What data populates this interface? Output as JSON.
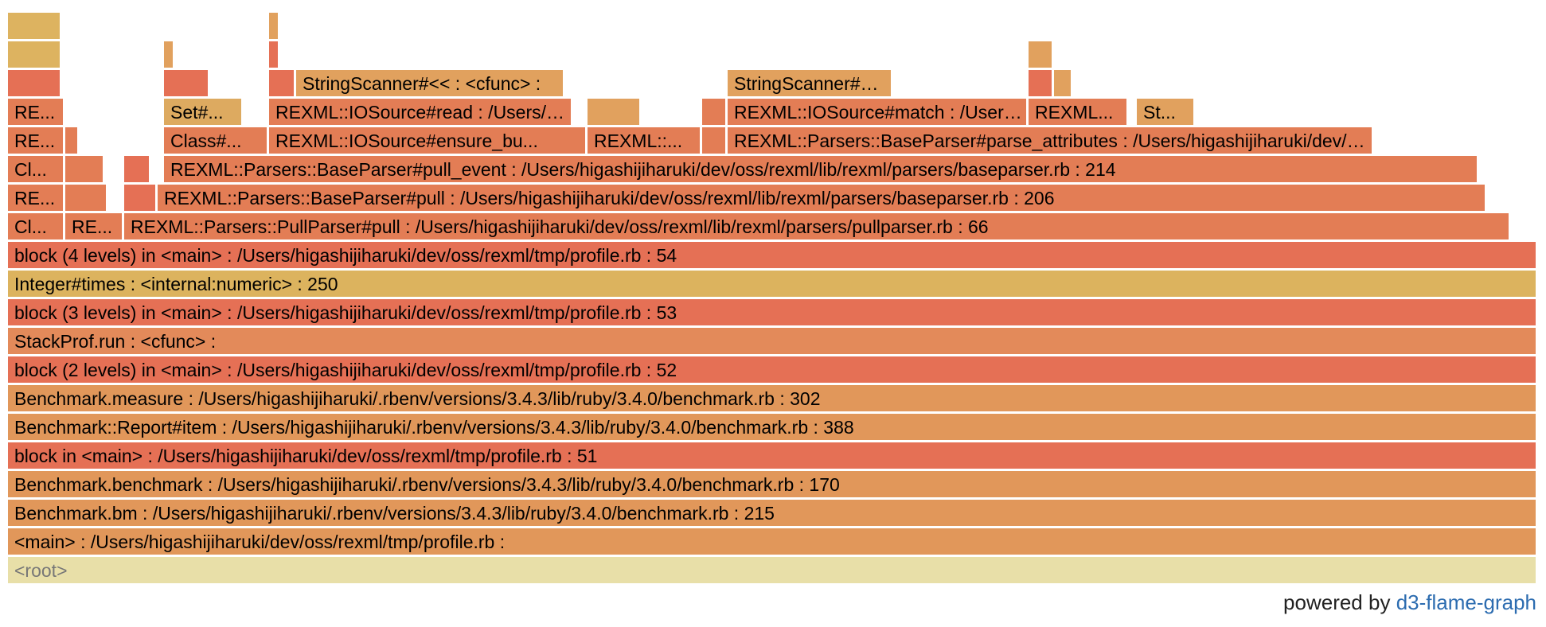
{
  "footer": {
    "prefix": "powered by",
    "link_text": "d3-flame-graph"
  },
  "frames": [
    {
      "id": "root",
      "label": "<root>",
      "color": "#e8dfa8"
    },
    {
      "id": "main",
      "label": "<main> : /Users/higashijiharuki/dev/oss/rexml/tmp/profile.rb :",
      "color": "#e1975a"
    },
    {
      "id": "bm",
      "label": "Benchmark.bm : /Users/higashijiharuki/.rbenv/versions/3.4.3/lib/ruby/3.4.0/benchmark.rb : 215",
      "color": "#e1975a"
    },
    {
      "id": "benchmark",
      "label": "Benchmark.benchmark : /Users/higashijiharuki/.rbenv/versions/3.4.3/lib/ruby/3.4.0/benchmark.rb : 170",
      "color": "#e1975a"
    },
    {
      "id": "block-main",
      "label": "block in <main> : /Users/higashijiharuki/dev/oss/rexml/tmp/profile.rb : 51",
      "color": "#e57055"
    },
    {
      "id": "report-item",
      "label": "Benchmark::Report#item : /Users/higashijiharuki/.rbenv/versions/3.4.3/lib/ruby/3.4.0/benchmark.rb : 388",
      "color": "#e1975a"
    },
    {
      "id": "measure",
      "label": "Benchmark.measure : /Users/higashijiharuki/.rbenv/versions/3.4.3/lib/ruby/3.4.0/benchmark.rb : 302",
      "color": "#e1975a"
    },
    {
      "id": "block2",
      "label": "block (2 levels) in <main> : /Users/higashijiharuki/dev/oss/rexml/tmp/profile.rb : 52",
      "color": "#e57055"
    },
    {
      "id": "stackprof",
      "label": "StackProf.run : <cfunc> :",
      "color": "#e38a5a"
    },
    {
      "id": "block3",
      "label": "block (3 levels) in <main> : /Users/higashijiharuki/dev/oss/rexml/tmp/profile.rb : 53",
      "color": "#e57055"
    },
    {
      "id": "times",
      "label": "Integer#times : <internal:numeric> : 250",
      "color": "#dcb35e"
    },
    {
      "id": "block4",
      "label": "block (4 levels) in <main> : /Users/higashijiharuki/dev/oss/rexml/tmp/profile.rb : 54",
      "color": "#e57055"
    },
    {
      "id": "cl-a",
      "label": "Cl...",
      "color": "#e37d55"
    },
    {
      "id": "re-a",
      "label": "RE...",
      "color": "#e37d55"
    },
    {
      "id": "pullparser",
      "label": "REXML::Parsers::PullParser#pull : /Users/higashijiharuki/dev/oss/rexml/lib/rexml/parsers/pullparser.rb : 66",
      "color": "#e37d55"
    },
    {
      "id": "re-b",
      "label": "RE...",
      "color": "#e37d55"
    },
    {
      "id": "t9a",
      "label": "",
      "color": "#e37d55"
    },
    {
      "id": "t9b",
      "label": "",
      "color": "#e57055"
    },
    {
      "id": "pull",
      "label": "REXML::Parsers::BaseParser#pull : /Users/higashijiharuki/dev/oss/rexml/lib/rexml/parsers/baseparser.rb : 206",
      "color": "#e37d55"
    },
    {
      "id": "cl-b",
      "label": "Cl...",
      "color": "#e37d55"
    },
    {
      "id": "t10a",
      "label": "",
      "color": "#e37d55"
    },
    {
      "id": "t10b",
      "label": "",
      "color": "#e57055"
    },
    {
      "id": "pull-event",
      "label": "REXML::Parsers::BaseParser#pull_event : /Users/higashijiharuki/dev/oss/rexml/lib/rexml/parsers/baseparser.rb : 214",
      "color": "#e37d55"
    },
    {
      "id": "re-c",
      "label": "RE...",
      "color": "#e37d55"
    },
    {
      "id": "t11a",
      "label": "",
      "color": "#e37d55"
    },
    {
      "id": "class-a",
      "label": "Class#...",
      "color": "#e37d55"
    },
    {
      "id": "ensure-bu",
      "label": "REXML::IOSource#ensure_bu...",
      "color": "#e37d55"
    },
    {
      "id": "rexml-a",
      "label": "REXML::...",
      "color": "#e37d55"
    },
    {
      "id": "t11b",
      "label": "",
      "color": "#e37d55"
    },
    {
      "id": "parse-attr",
      "label": "REXML::Parsers::BaseParser#parse_attributes : /Users/higashijiharuki/dev/oss/rexml/lib/rexml/parsers/baseparser.rb",
      "color": "#e37d55"
    },
    {
      "id": "re-d",
      "label": "RE...",
      "color": "#e37d55"
    },
    {
      "id": "set-a",
      "label": "Set#...",
      "color": "#ddaa60"
    },
    {
      "id": "io-read",
      "label": "REXML::IOSource#read : /Users/higashijiharuki/dev/oss/rexml/lib/rexml/source.rb",
      "color": "#e37d55"
    },
    {
      "id": "t12a",
      "label": "",
      "color": "#e1a15e"
    },
    {
      "id": "t12b",
      "label": "",
      "color": "#e37d55"
    },
    {
      "id": "io-match",
      "label": "REXML::IOSource#match : /Users/higashijiharuki/dev/oss/rexml/lib/rexml/source.rb",
      "color": "#e37d55"
    },
    {
      "id": "rexml-b",
      "label": "REXML...",
      "color": "#e37d55"
    },
    {
      "id": "st-a",
      "label": "St...",
      "color": "#e1a15e"
    },
    {
      "id": "t13a",
      "label": "",
      "color": "#e57055"
    },
    {
      "id": "t13b",
      "label": "",
      "color": "#e57055"
    },
    {
      "id": "t13c",
      "label": "",
      "color": "#e57055"
    },
    {
      "id": "scanner-a",
      "label": "StringScanner#<< : <cfunc> :",
      "color": "#e1a15e"
    },
    {
      "id": "scanner-b",
      "label": "StringScanner#match? : <cfunc> :",
      "color": "#e1a15e"
    },
    {
      "id": "t13d",
      "label": "",
      "color": "#e57055"
    },
    {
      "id": "t13e",
      "label": "",
      "color": "#e1a15e"
    },
    {
      "id": "t14a",
      "label": "",
      "color": "#ddb360"
    },
    {
      "id": "t14b",
      "label": "",
      "color": "#e1a15e"
    },
    {
      "id": "t14c",
      "label": "",
      "color": "#e57055"
    },
    {
      "id": "t14d",
      "label": "",
      "color": "#e1a15e"
    },
    {
      "id": "t15a",
      "label": "",
      "color": "#ddb360"
    },
    {
      "id": "t15b",
      "label": "",
      "color": "#e1a15e"
    }
  ]
}
